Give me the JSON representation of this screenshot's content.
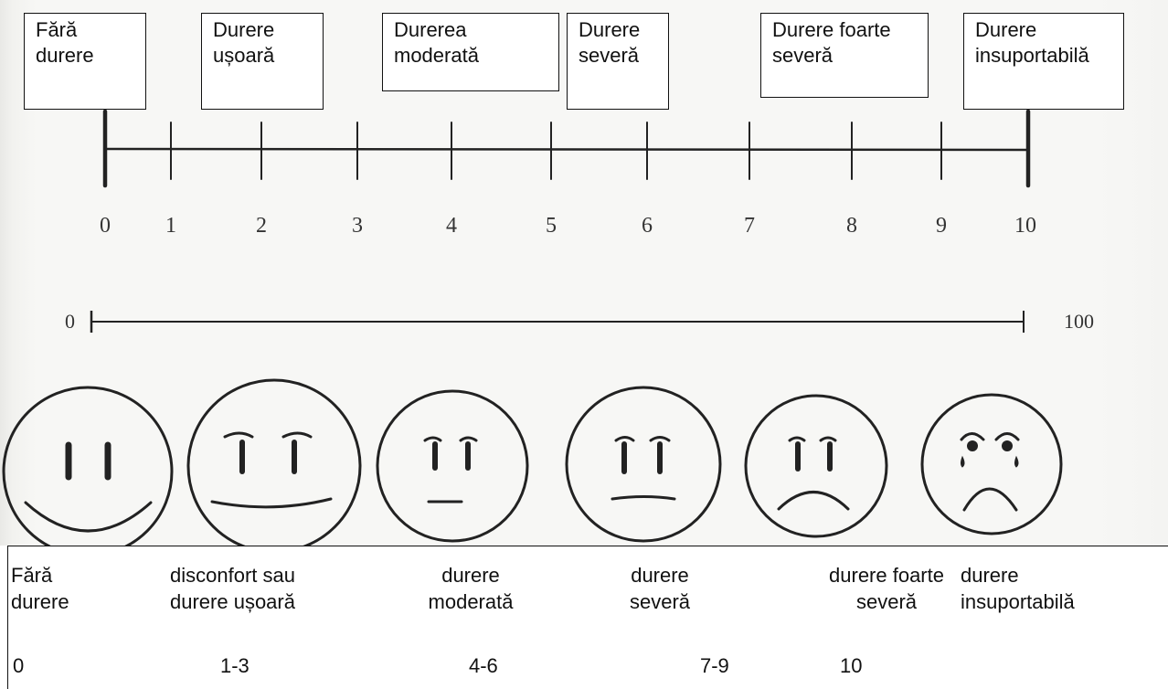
{
  "top_labels": [
    {
      "text": "Fără\ndurere"
    },
    {
      "text": "Durere\nușoară"
    },
    {
      "text": "Durerea\nmoderată"
    },
    {
      "text": "Durere\nseveră"
    },
    {
      "text": "Durere foarte\nseveră"
    },
    {
      "text": "Durere\ninsuportabilă"
    }
  ],
  "scale_0_10": {
    "min": 0,
    "max": 10,
    "tick_labels": [
      "0",
      "1",
      "2",
      "3",
      "4",
      "5",
      "6",
      "7",
      "8",
      "9",
      "10"
    ]
  },
  "scale_0_100": {
    "min_label": "0",
    "max_label": "100"
  },
  "faces": [
    {
      "icon": "smiling-face-icon"
    },
    {
      "icon": "slight-smile-face-icon"
    },
    {
      "icon": "neutral-face-icon"
    },
    {
      "icon": "slight-frown-face-icon"
    },
    {
      "icon": "frowning-face-icon"
    },
    {
      "icon": "crying-face-icon"
    }
  ],
  "bottom_labels": [
    {
      "text": "Fără\ndurere",
      "range": "0"
    },
    {
      "text": "disconfort sau\ndurere ușoară",
      "range": "1-3"
    },
    {
      "text": "durere\nmoderată",
      "range": "4-6"
    },
    {
      "text": "durere\nseveră",
      "range": "7-9"
    },
    {
      "text": "durere foarte\nseveră",
      "range": "10"
    },
    {
      "text": "durere\ninsuportabilă",
      "range": ""
    }
  ]
}
